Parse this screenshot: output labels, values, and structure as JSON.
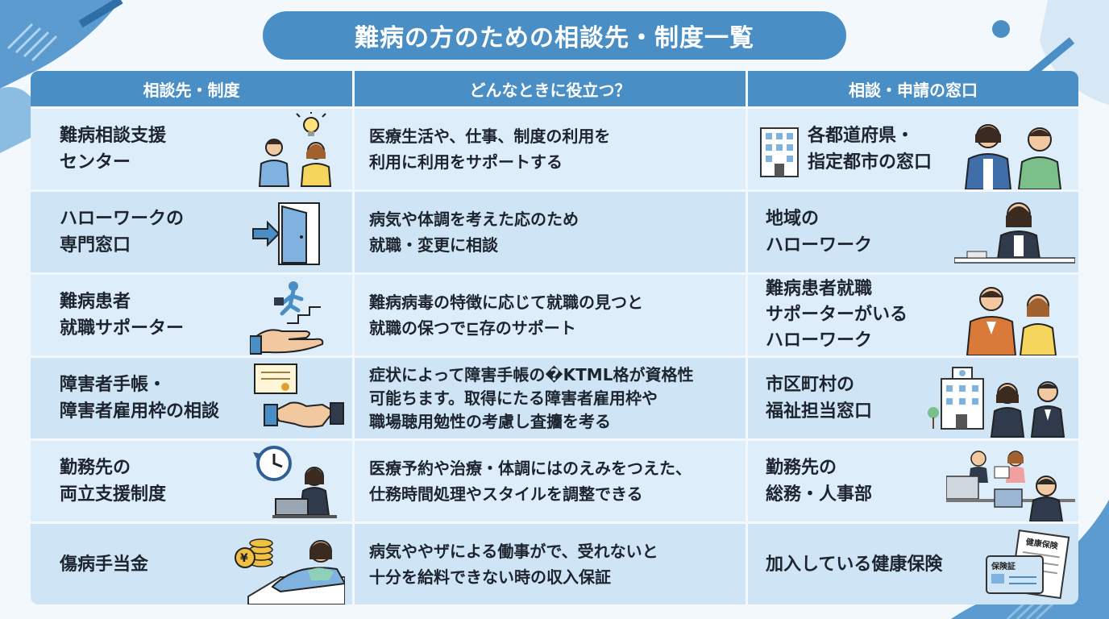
{
  "title": "難病の方のための相談先・制度一覧",
  "headers": [
    "相談先・制度",
    "どんなときに役立つ？",
    "相談・申請の窓口"
  ],
  "rows": [
    {
      "name": "難病相談支援\nセンター",
      "use": "医療生活や、仕事、制度の利用を\n利用に利用をサポートする",
      "window": "各都道府県・\n指定都市の窓口"
    },
    {
      "name": "ハローワークの\n専門窓口",
      "use": "病気や体調を考えた応のため\n就職・変更に相談",
      "window": "地域の\nハローワーク"
    },
    {
      "name": "難病患者\n就職サポーター",
      "use": "難病病毒の特徴に応じて就職の見つと\n就職の保つで⊑存のサポート",
      "window": "難病患者就職\nサポーターがいる\nハローワーク"
    },
    {
      "name": "障害者手帳・\n障害者雇用枠の相談",
      "use": "症状によって障害手帳の�KTML格が資格性\n可能ちます。取得にたる障害者雇用枠や\n職場聴用勉性の考慮し査攟を考る",
      "window": "市区町村の\n福祉担当窓口"
    },
    {
      "name": "勤務先の\n両立支援制度",
      "use": "医療予約や治療・体調にはのえみをつえた、\n仕務時間処理やスタイルを調整できる",
      "window": "勤務先の\n総務・人事部"
    },
    {
      "name": "傷病手当金",
      "use": "病気ややザによる働事がで、受れないと\n十分を給料できない時の収入保証",
      "window": "加入している健康保険"
    }
  ],
  "icons": {
    "row1_name": "people-lightbulb-icon",
    "row1_window": "building-staff-icon",
    "row2_name": "door-arrow-icon",
    "row2_window": "reception-staff-icon",
    "row3_name": "climbing-hand-icon",
    "row3_window": "supporter-talk-icon",
    "row4_name": "certificate-handshake-icon",
    "row4_window": "cityhall-staff-icon",
    "row5_name": "clock-worker-icon",
    "row5_window": "office-team-icon",
    "row6_name": "coins-bed-patient-icon",
    "row6_window": "insurance-card-icon"
  },
  "colors": {
    "header": "#4a8ec6",
    "row_light": "#ddeefa",
    "row_dark": "#cfe5f5",
    "text": "#1d2430"
  },
  "card_label": "保険証",
  "card_back_label": "健康保険"
}
